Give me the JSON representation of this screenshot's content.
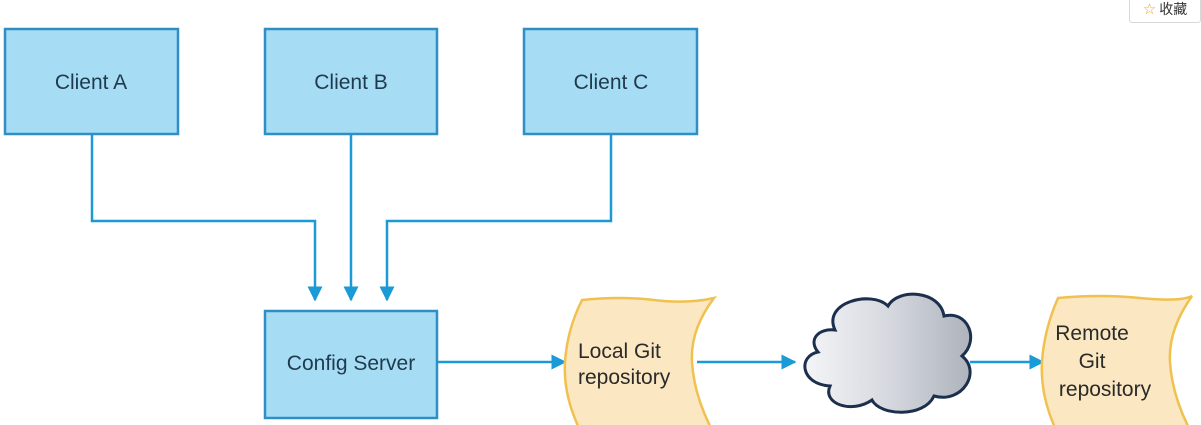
{
  "toolbar": {
    "favorite_icon": "star-outline-icon",
    "favorite_label": "收藏"
  },
  "diagram": {
    "colors": {
      "client_fill": "#a6dcf4",
      "client_stroke": "#2f8fc4",
      "connector": "#1a9ad6",
      "doc_fill": "#fbe8c2",
      "doc_stroke": "#f0c14e",
      "cloud_stroke": "#1c2f4d"
    },
    "nodes": {
      "client_a": "Client A",
      "client_b": "Client B",
      "client_c": "Client C",
      "config_server": "Config Server",
      "local_repo": [
        "Local Git",
        "repository"
      ],
      "cloud": "cloud-icon",
      "remote_repo": [
        "Remote",
        "Git",
        "repository"
      ]
    },
    "edges": [
      {
        "from": "Client A",
        "to": "Config Server"
      },
      {
        "from": "Client B",
        "to": "Config Server"
      },
      {
        "from": "Client C",
        "to": "Config Server"
      },
      {
        "from": "Config Server",
        "to": "Local Git repository"
      },
      {
        "from": "Local Git repository",
        "to": "cloud"
      },
      {
        "from": "cloud",
        "to": "Remote Git repository"
      }
    ]
  }
}
